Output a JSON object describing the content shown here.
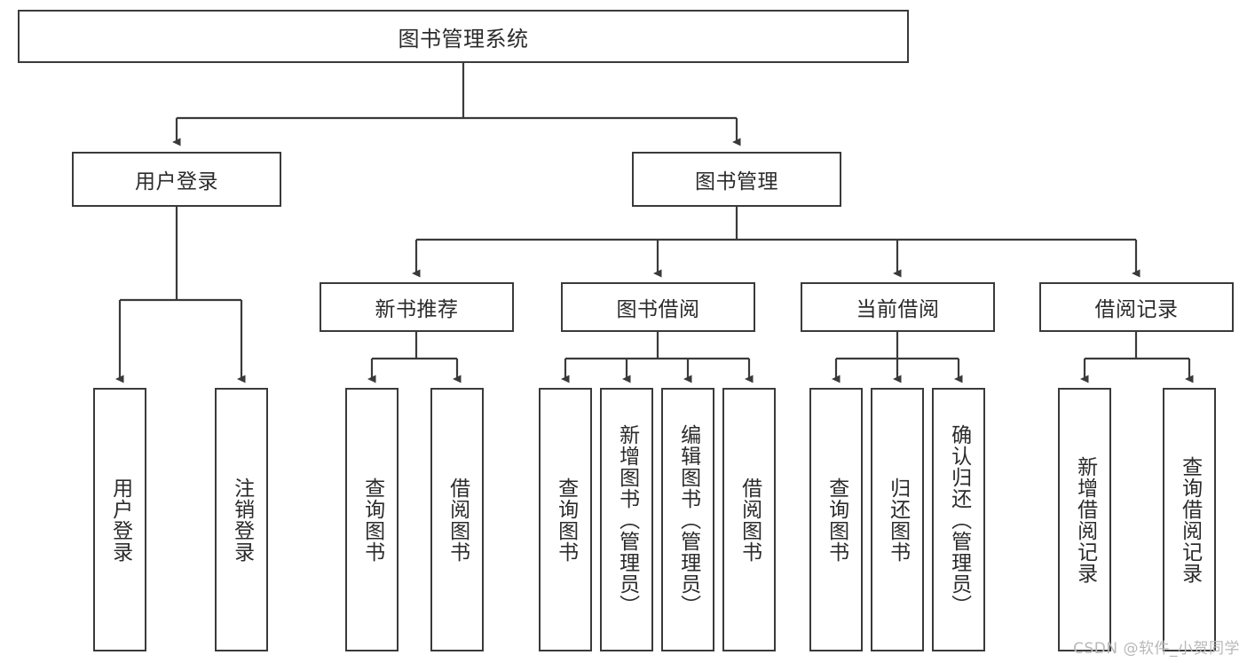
{
  "diagram": {
    "type": "hierarchy-tree",
    "title": "图书管理系统",
    "watermark": "CSDN @软件_小贺同学",
    "colors": {
      "box_border": "#3a3a3a",
      "line": "#3a3a3a",
      "text": "#2b2b2b",
      "background": "#ffffff",
      "watermark": "#b8b8b8"
    },
    "root": {
      "label": "图书管理系统"
    },
    "level1": [
      {
        "label": "用户登录"
      },
      {
        "label": "图书管理"
      }
    ],
    "level2": [
      {
        "label": "新书推荐"
      },
      {
        "label": "图书借阅"
      },
      {
        "label": "当前借阅"
      },
      {
        "label": "借阅记录"
      }
    ],
    "leaves": {
      "user_login": [
        {
          "label": "用户登录"
        },
        {
          "label": "注销登录"
        }
      ],
      "new_book_recommend": [
        {
          "label": "查询图书"
        },
        {
          "label": "借阅图书"
        }
      ],
      "book_borrow": [
        {
          "label": "查询图书"
        },
        {
          "label": "新增图书（管理员）"
        },
        {
          "label": "编辑图书（管理员）"
        },
        {
          "label": "借阅图书"
        }
      ],
      "current_borrow": [
        {
          "label": "查询图书"
        },
        {
          "label": "归还图书"
        },
        {
          "label": "确认归还（管理员）"
        }
      ],
      "borrow_record": [
        {
          "label": "新增借阅记录"
        },
        {
          "label": "查询借阅记录"
        }
      ]
    }
  }
}
